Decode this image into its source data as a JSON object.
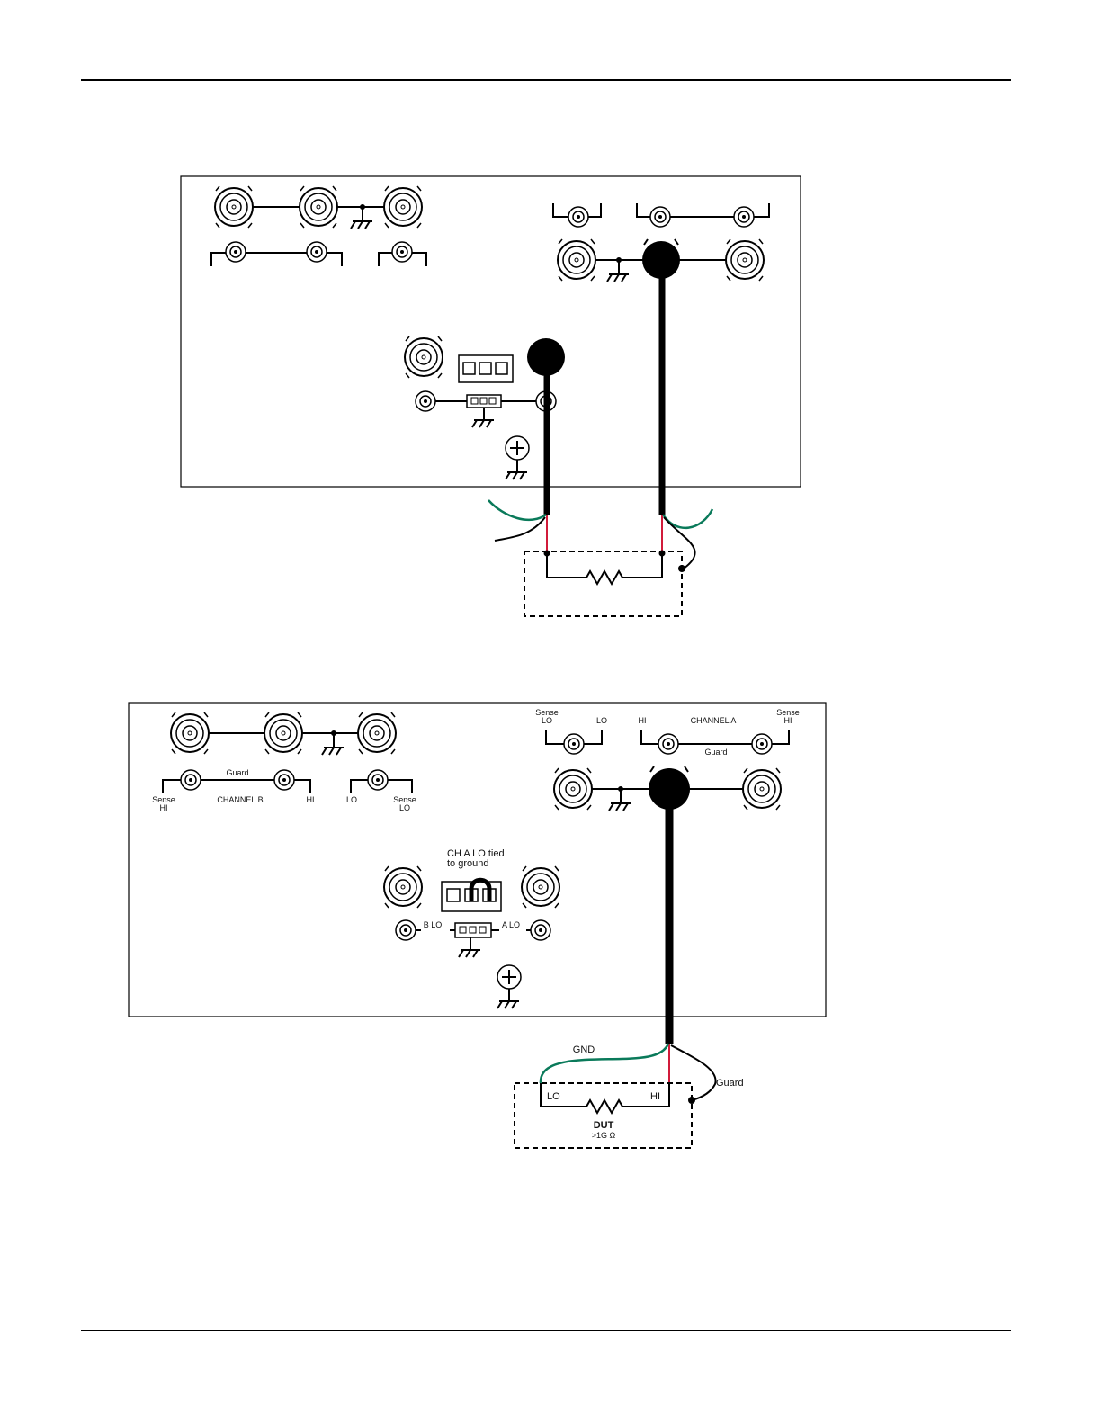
{
  "figure1": {
    "labels": []
  },
  "figure2": {
    "channel_b": {
      "guard": "Guard",
      "sense_hi_1": "Sense",
      "sense_hi_2": "HI",
      "name": "CHANNEL  B",
      "hi": "HI",
      "lo": "LO",
      "sense_lo_1": "Sense",
      "sense_lo_2": "LO"
    },
    "channel_a": {
      "sense_lo_1": "Sense",
      "sense_lo_2": "LO",
      "lo": "LO",
      "hi": "HI",
      "name": "CHANNEL  A",
      "sense_hi_1": "Sense",
      "sense_hi_2": "HI",
      "guard": "Guard"
    },
    "jumper_note_1": "CH A LO tied",
    "jumper_note_2": "to ground",
    "b_lo": "B LO",
    "a_lo": "A LO",
    "gnd": "GND",
    "guard_wire": "Guard",
    "dut_lo": "LO",
    "dut_hi": "HI",
    "dut": "DUT",
    "dut_value": ">1G Ω"
  },
  "colors": {
    "ground_wire": "#0a7a5a",
    "hi_wire": "#d11b3a",
    "line": "#000000"
  }
}
